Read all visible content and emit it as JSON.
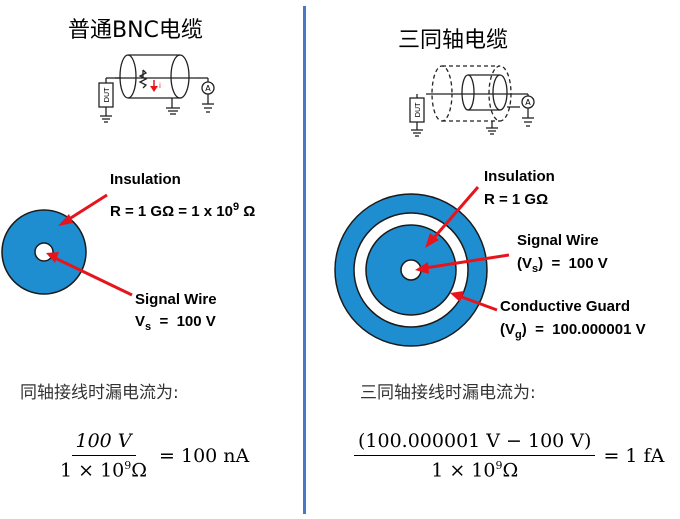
{
  "left": {
    "title": "普通BNC电缆",
    "insulation_label": "Insulation",
    "resistance": {
      "prefix": "R = 1 GΩ = 1 x 10",
      "exp": "9",
      "unit": " Ω"
    },
    "signal_wire_label": "Signal Wire",
    "signal_wire_voltage": {
      "v": "V",
      "sub": "s",
      "value": "  =  100 V"
    },
    "caption": "同轴接线时漏电流为:",
    "formula": {
      "numerator": "100 V",
      "den_prefix": "1 × 10",
      "den_exp": "9",
      "den_unit": "Ω",
      "result": "= 100 nA"
    },
    "schematic": {
      "dut_label": "DUT",
      "meter_label": "A"
    }
  },
  "right": {
    "title": "三同轴电缆",
    "insulation_label": "Insulation",
    "resistance": "R = 1 GΩ",
    "signal_wire_label": "Signal Wire",
    "signal_wire_voltage": {
      "open": "(V",
      "sub": "s",
      "value": ")  =  100 V"
    },
    "guard_label": "Conductive Guard",
    "guard_voltage": {
      "open": "(V",
      "sub": "g",
      "value": ")  =  100.000001 V"
    },
    "caption": "三同轴接线时漏电流为:",
    "formula": {
      "numerator": "(100.000001 V − 100 V)",
      "den_prefix": "1 × 10",
      "den_exp": "9",
      "den_unit": "Ω",
      "result": "= 1 fA"
    },
    "schematic": {
      "dut_label": "DUT",
      "meter_label": "A"
    }
  },
  "colors": {
    "cable_blue": "#1f8ed0",
    "divider": "#4a78c4",
    "arrow_red": "#e8141c",
    "outline": "#1a1a1a"
  }
}
